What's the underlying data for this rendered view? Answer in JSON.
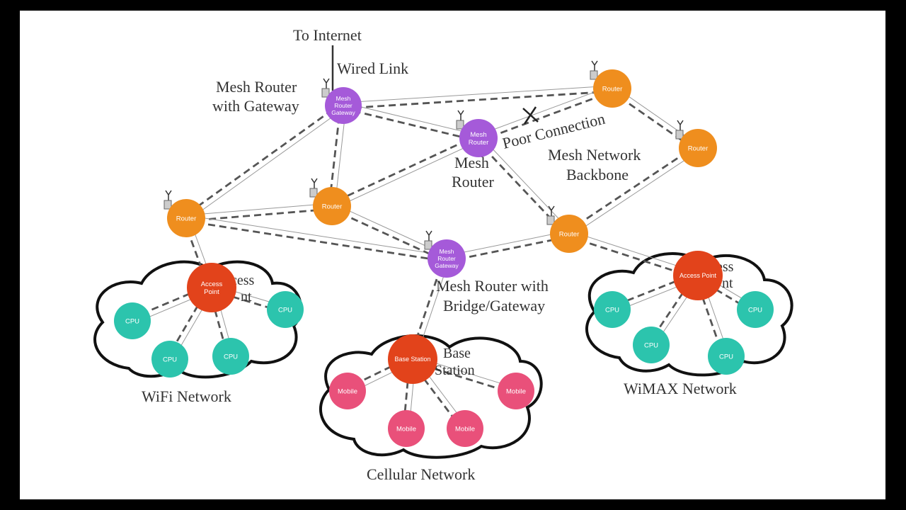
{
  "colors": {
    "router": "#ef8e1e",
    "mesh": "#a55ad9",
    "access": "#e2431b",
    "cpu": "#2cc4ad",
    "mobile": "#e9507a",
    "line": "#555555"
  },
  "labels": {
    "to_internet": "To Internet",
    "wired_link": "Wired Link",
    "gateway_1": "Mesh Router",
    "gateway_2": "with Gateway",
    "poor_connection": "Poor Connection",
    "backbone_1": "Mesh Network",
    "backbone_2": "Backbone",
    "mesh_router_1": "Mesh",
    "mesh_router_2": "Router",
    "bridge_1": "Mesh Router with",
    "bridge_2": "Bridge/Gateway",
    "base_1": "Base",
    "base_2": "Station",
    "ap_bg_wifi_1": "cess",
    "ap_bg_wifi_2": "nt",
    "ap_bg_wimax_1": "ess",
    "ap_bg_wimax_2": "nt",
    "wifi": "WiFi Network",
    "cellular": "Cellular Network",
    "wimax": "WiMAX Network"
  },
  "nodes": {
    "gw": [
      "Mesh",
      "Router",
      "Gateway"
    ],
    "mr": [
      "Mesh",
      "Router"
    ],
    "bridge": [
      "Mesh",
      "Router",
      "Gateway"
    ],
    "router": "Router",
    "access_point": [
      "Access",
      "Point"
    ],
    "access_point_wimax": "Access Point",
    "cpu": "CPU",
    "base_station": "Base Station",
    "mobile": "Mobile"
  }
}
